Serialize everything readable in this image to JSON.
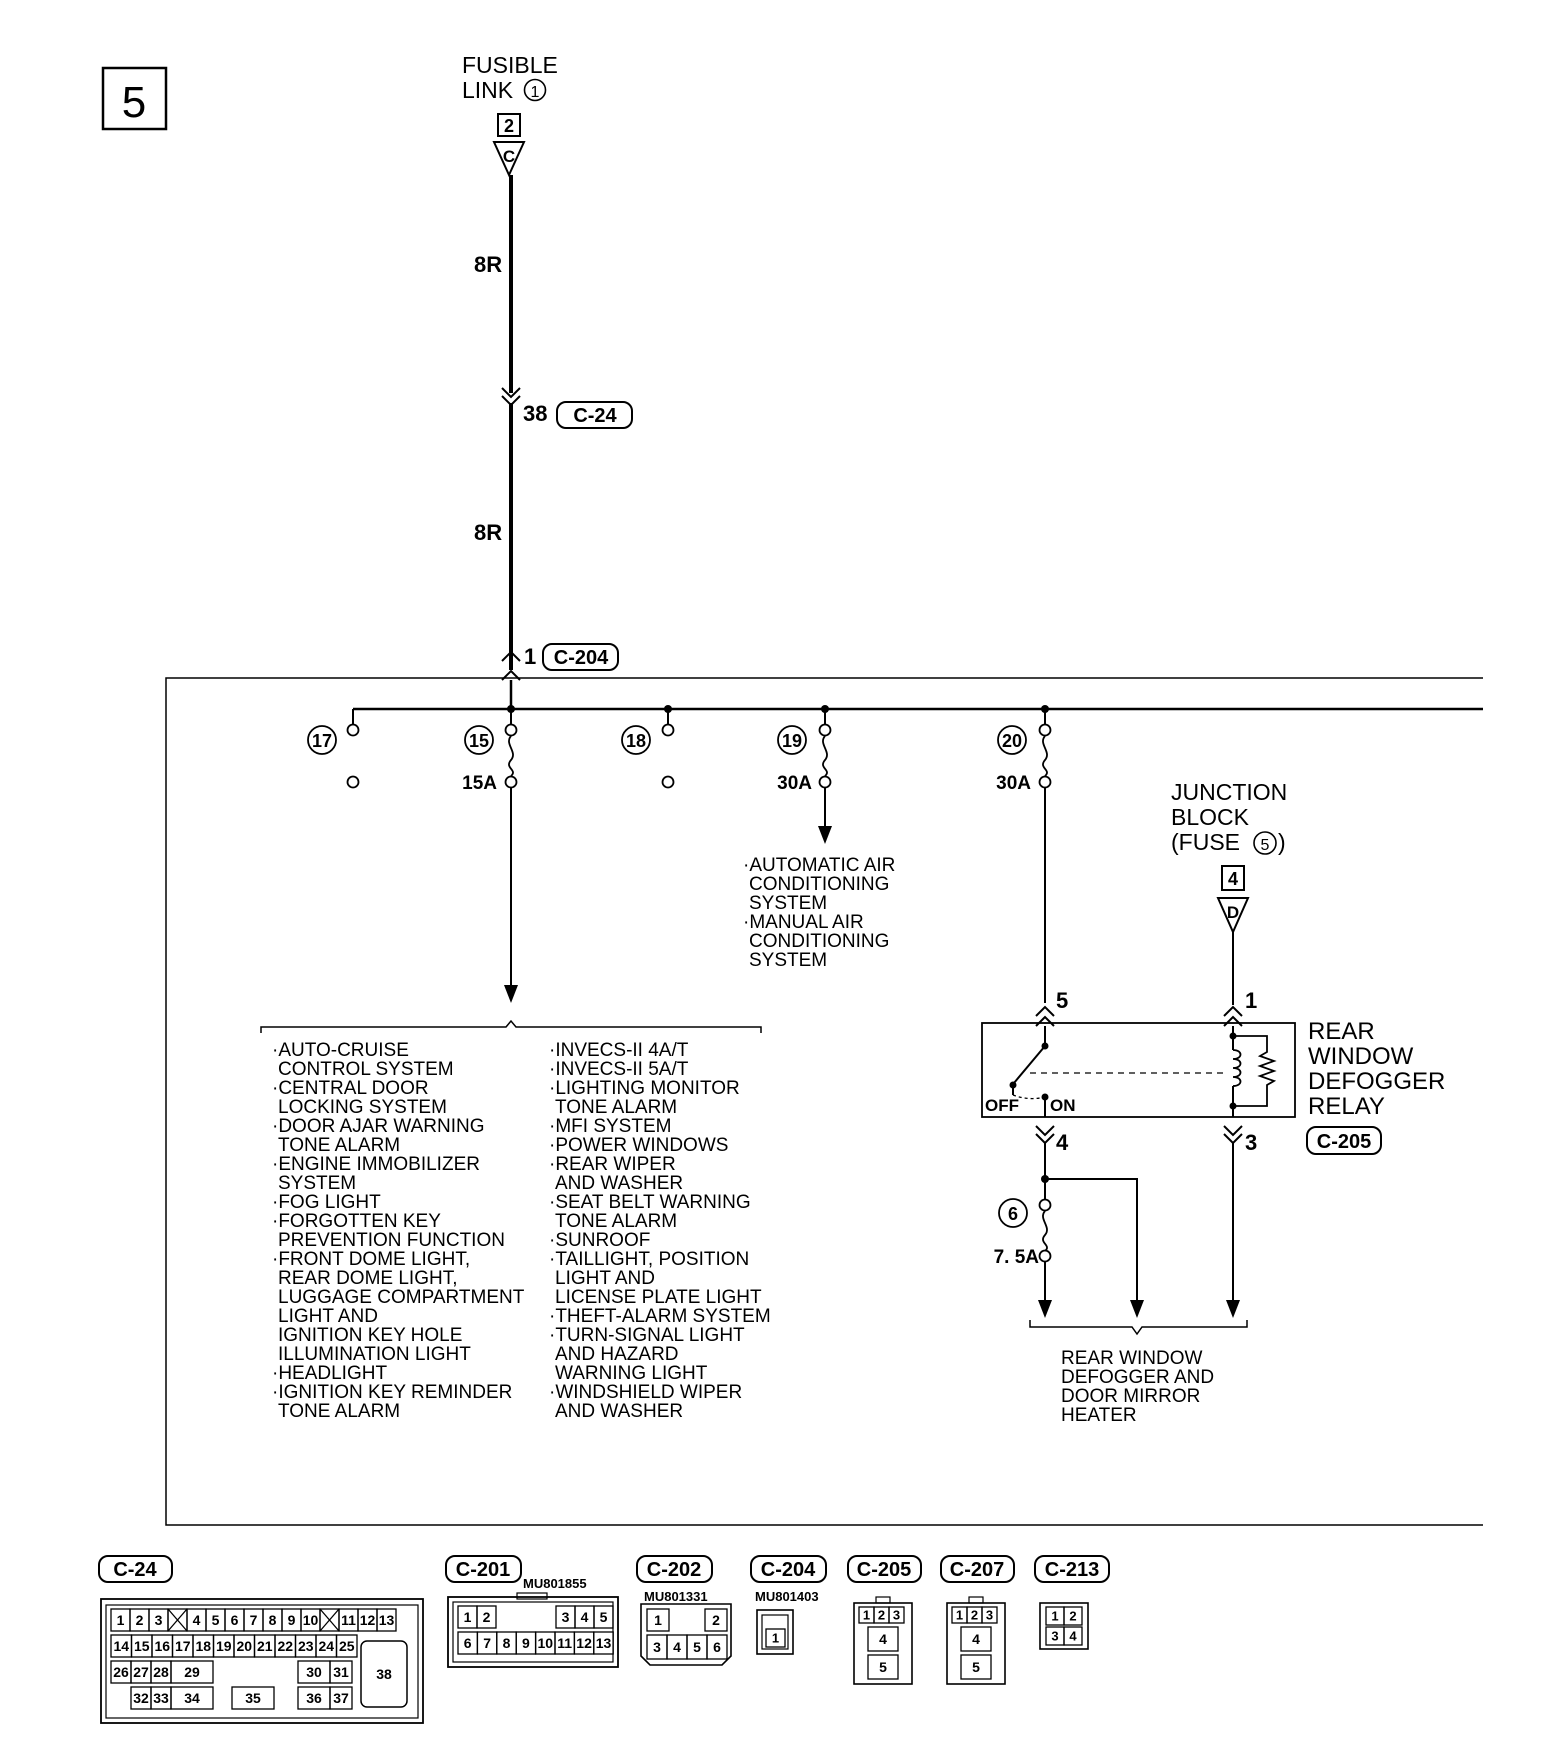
{
  "page_number": "5",
  "source": {
    "name_line1": "FUSIBLE",
    "name_line2": "LINK",
    "link_number": "1",
    "terminal": "2",
    "connector_letter": "C"
  },
  "wire_color_upper": "8R",
  "wire_color_lower": "8R",
  "joint_c24": {
    "pin": "38",
    "connector": "C-24"
  },
  "joint_c204": {
    "pin": "1",
    "connector": "C-204"
  },
  "fuses": [
    {
      "number": "17",
      "rating": ""
    },
    {
      "number": "15",
      "rating": "15A"
    },
    {
      "number": "18",
      "rating": ""
    },
    {
      "number": "19",
      "rating": "30A"
    },
    {
      "number": "20",
      "rating": "30A"
    }
  ],
  "fuse19_destinations": [
    "·AUTOMATIC AIR",
    "CONDITIONING",
    "SYSTEM",
    "·MANUAL AIR",
    "CONDITIONING",
    "SYSTEM"
  ],
  "fuse15_destinations_left": [
    "·AUTO-CRUISE",
    "CONTROL SYSTEM",
    "·CENTRAL DOOR",
    "LOCKING SYSTEM",
    "·DOOR AJAR WARNING",
    "TONE ALARM",
    "·ENGINE IMMOBILIZER",
    "SYSTEM",
    "·FOG LIGHT",
    "·FORGOTTEN KEY",
    "PREVENTION FUNCTION",
    "·FRONT DOME LIGHT,",
    "REAR DOME LIGHT,",
    "LUGGAGE COMPARTMENT",
    "LIGHT AND",
    "IGNITION KEY HOLE",
    "ILLUMINATION LIGHT",
    "·HEADLIGHT",
    "·IGNITION KEY REMINDER",
    "TONE ALARM"
  ],
  "fuse15_destinations_right": [
    "·INVECS-II 4A/T",
    "·INVECS-II 5A/T",
    "·LIGHTING MONITOR",
    "TONE ALARM",
    "·MFI SYSTEM",
    "·POWER WINDOWS",
    "·REAR WIPER",
    "AND WASHER",
    "·SEAT BELT WARNING",
    "TONE ALARM",
    "·SUNROOF",
    "·TAILLIGHT, POSITION",
    "LIGHT AND",
    "LICENSE PLATE LIGHT",
    "·THEFT-ALARM SYSTEM",
    "·TURN-SIGNAL LIGHT",
    "AND HAZARD",
    "WARNING LIGHT",
    "·WINDSHIELD WIPER",
    "AND WASHER"
  ],
  "junction_block": {
    "line1": "JUNCTION",
    "line2": "BLOCK",
    "line3_prefix": "(FUSE",
    "fuse_number": "5",
    "line3_suffix": ")",
    "terminal": "4",
    "connector_letter": "D"
  },
  "relay": {
    "name_lines": [
      "REAR",
      "WINDOW",
      "DEFOGGER",
      "RELAY"
    ],
    "connector": "C-205",
    "pin_switch_in": "5",
    "pin_coil_in": "1",
    "pin_switch_out": "4",
    "pin_coil_out": "3",
    "label_off": "OFF",
    "label_on": "ON"
  },
  "fuse6": {
    "number": "6",
    "rating": "7. 5A"
  },
  "heater_destinations": [
    "REAR WINDOW",
    "DEFOGGER AND",
    "DOOR MIRROR",
    "HEATER"
  ],
  "connectors": {
    "c24": {
      "label": "C-24",
      "row1": [
        "1",
        "2",
        "3",
        "4",
        "5",
        "6",
        "7",
        "8",
        "9",
        "10",
        "11",
        "12",
        "13"
      ],
      "row2": [
        "14",
        "15",
        "16",
        "17",
        "18",
        "19",
        "20",
        "21",
        "22",
        "23",
        "24",
        "25"
      ],
      "row3": [
        "26",
        "27",
        "28",
        "29",
        "30",
        "31"
      ],
      "row4": [
        "32",
        "33",
        "34",
        "35",
        "36",
        "37"
      ],
      "large_pin": "38"
    },
    "c201": {
      "label": "C-201",
      "part_number": "MU801855",
      "row1": [
        "1",
        "2",
        "3",
        "4",
        "5"
      ],
      "row2": [
        "6",
        "7",
        "8",
        "9",
        "10",
        "11",
        "12",
        "13"
      ]
    },
    "c202": {
      "label": "C-202",
      "part_number": "MU801331",
      "row1": [
        "1",
        "2"
      ],
      "row2": [
        "3",
        "4",
        "5",
        "6"
      ]
    },
    "c204": {
      "label": "C-204",
      "part_number": "MU801403",
      "pins": [
        "1"
      ]
    },
    "c205": {
      "label": "C-205",
      "row1": [
        "1",
        "2",
        "3"
      ],
      "pins": [
        "4",
        "5"
      ]
    },
    "c207": {
      "label": "C-207",
      "row1": [
        "1",
        "2",
        "3"
      ],
      "pins": [
        "4",
        "5"
      ]
    },
    "c213": {
      "label": "C-213",
      "row1": [
        "1",
        "2"
      ],
      "row2": [
        "3",
        "4"
      ]
    }
  }
}
